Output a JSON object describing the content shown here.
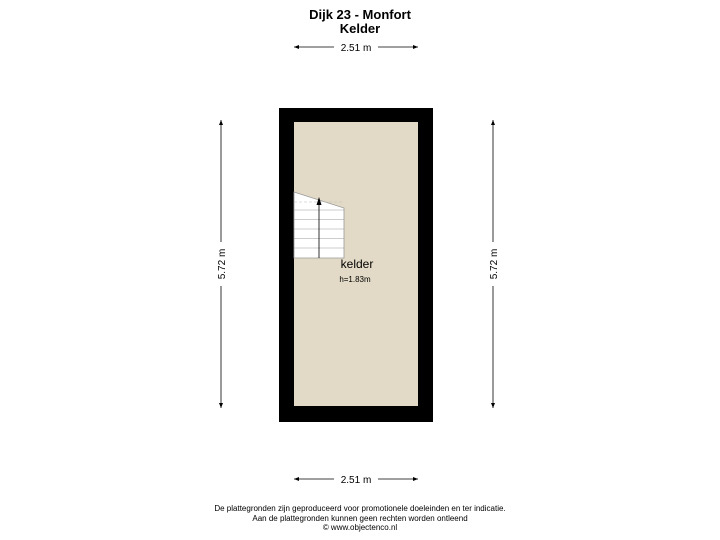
{
  "header": {
    "address": "Dijk 23 - Monfort",
    "floor": "Kelder"
  },
  "dimensions": {
    "top_width": "2.51 m",
    "bottom_width": "2.51 m",
    "left_height": "5.72 m",
    "right_height": "5.72 m"
  },
  "room": {
    "name": "kelder",
    "height": "h=1.83m"
  },
  "colors": {
    "wall": "#000000",
    "floor": "#e2dac6",
    "stairs": "#ffffff"
  },
  "footer": {
    "line1": "De plattegronden zijn geproduceerd voor promotionele doeleinden en ter indicatie.",
    "line2": "Aan de plattegronden kunnen geen rechten worden ontleend",
    "line3": "© www.objectenco.nl"
  }
}
